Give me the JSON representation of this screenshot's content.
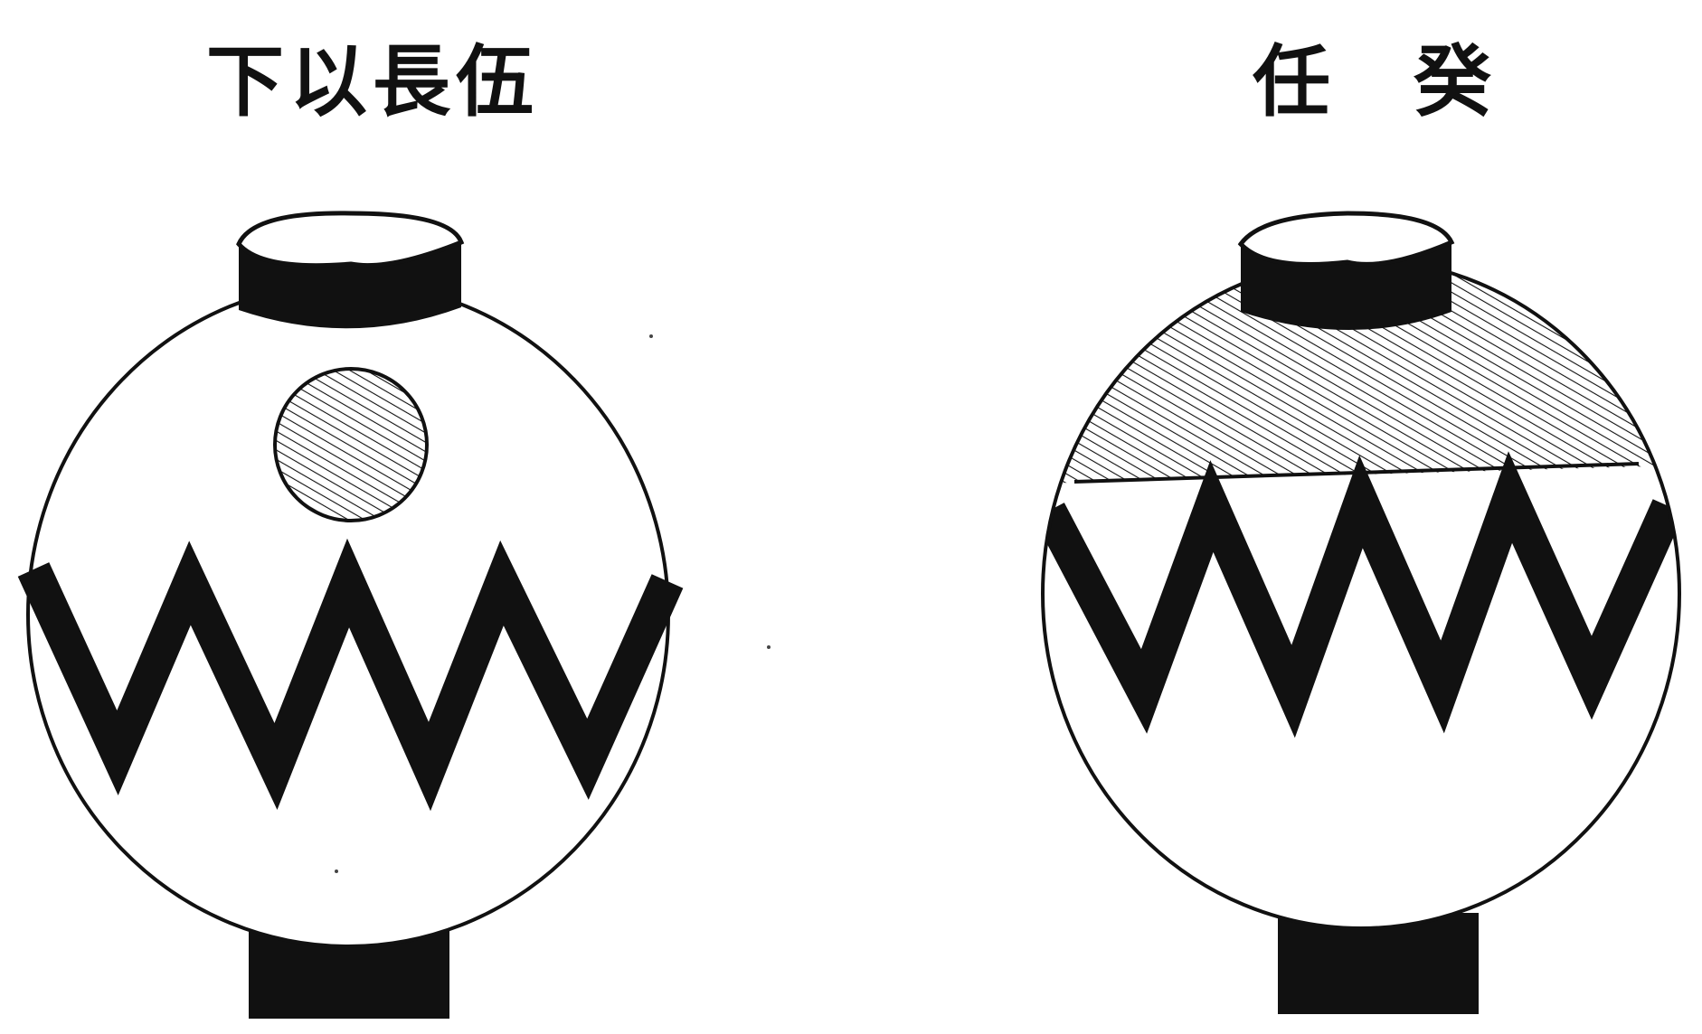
{
  "captions": {
    "left": "下以長伍",
    "right": "任 癸"
  },
  "colors": {
    "ink": "#111111",
    "paper": "#ffffff"
  },
  "figures": [
    {
      "name": "lantern-left",
      "motifs": [
        "top-cap",
        "hatched-dot",
        "zigzag-band",
        "bottom-cap"
      ]
    },
    {
      "name": "lantern-right",
      "motifs": [
        "top-cap",
        "hatched-upper-band",
        "zigzag-band",
        "bottom-cap"
      ]
    }
  ]
}
